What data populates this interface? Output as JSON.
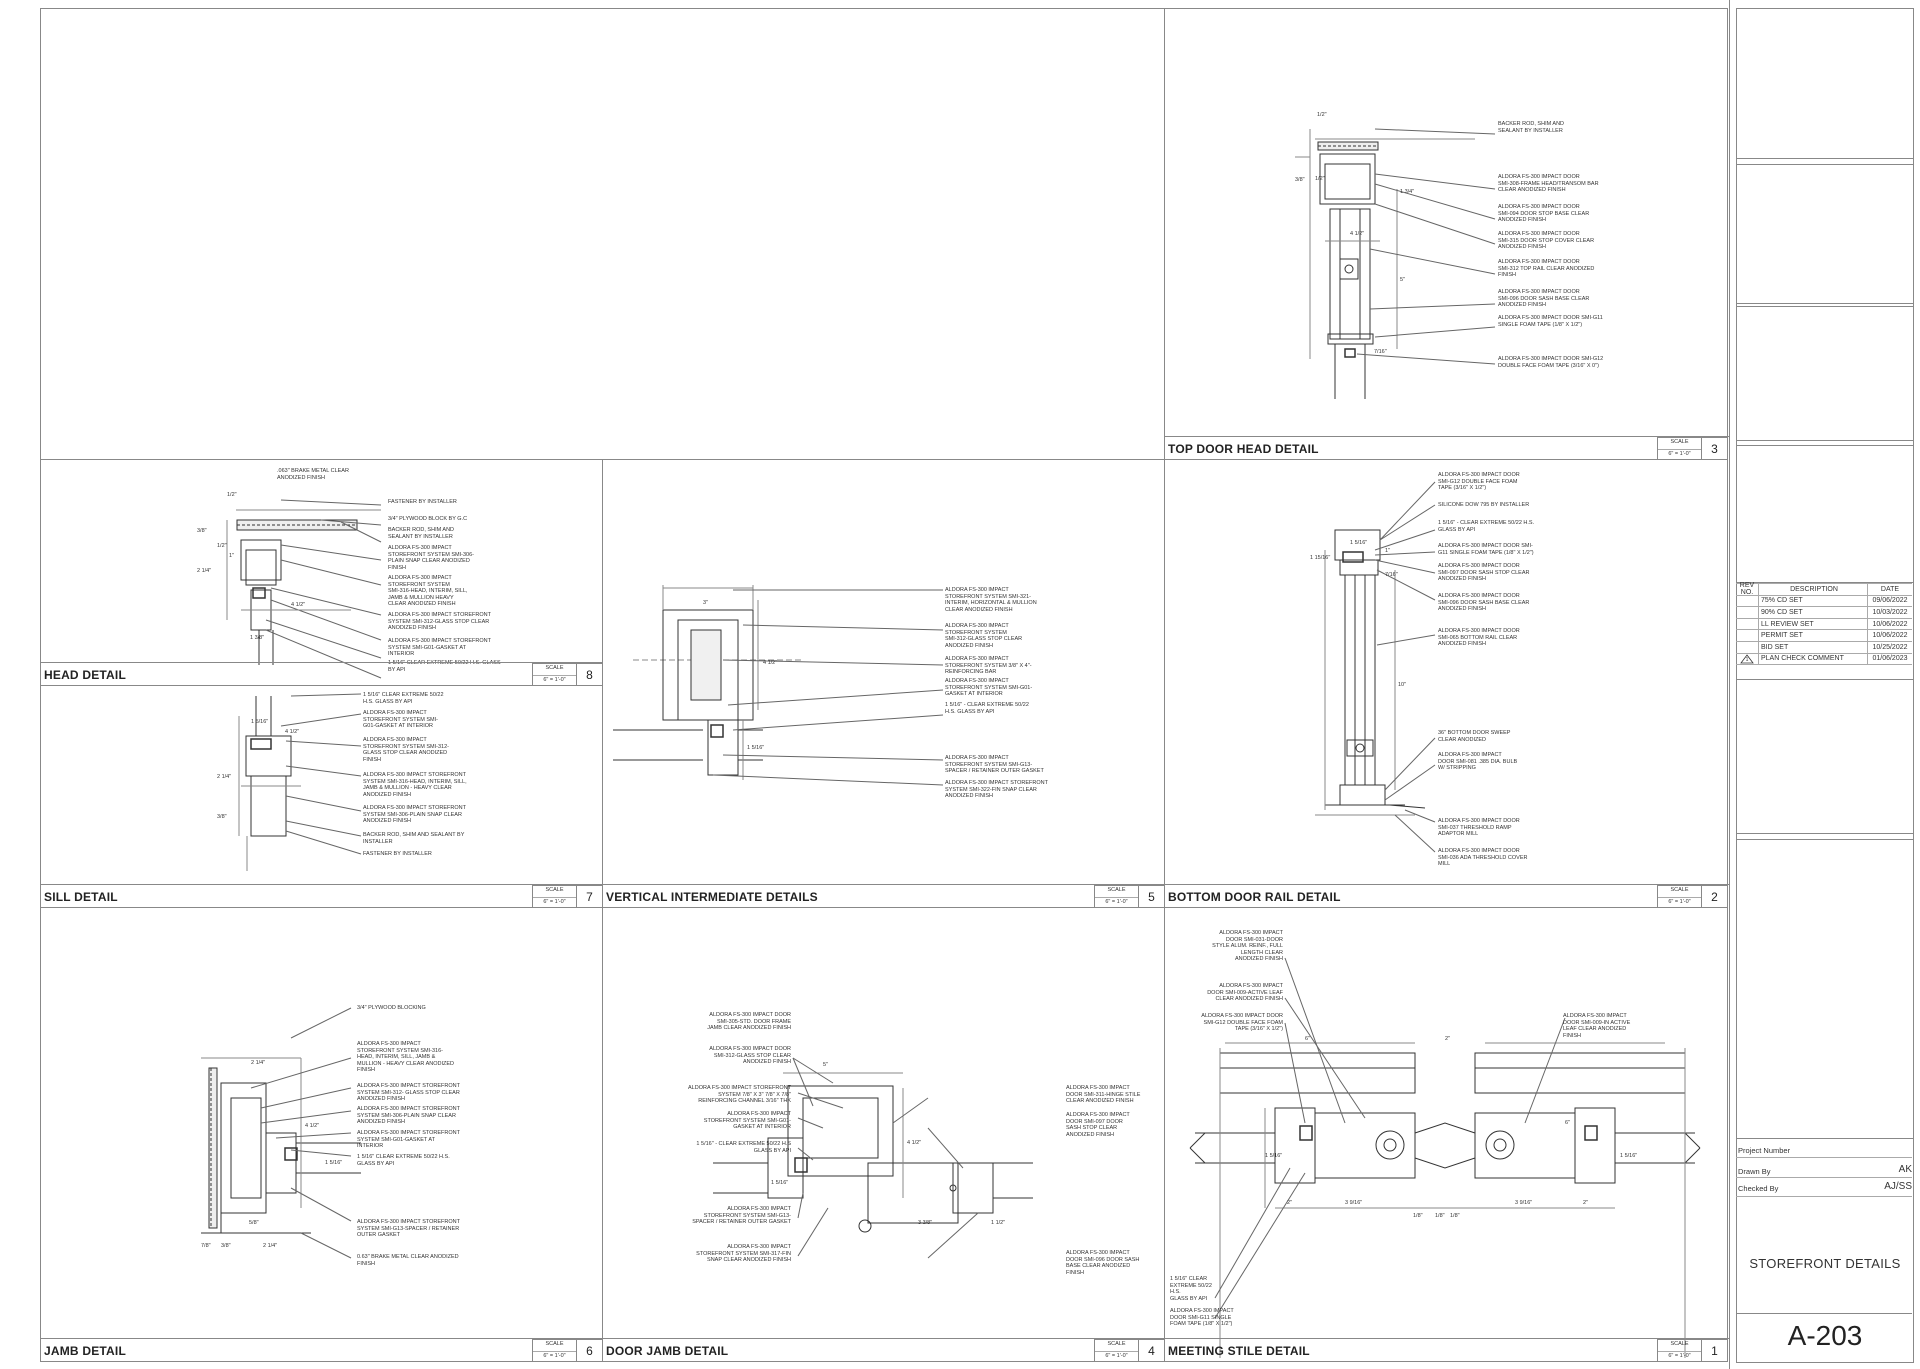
{
  "sheet": {
    "scale_label": "SCALE",
    "scale_value": "6\" = 1'-0\""
  },
  "details": {
    "top_door_head": {
      "title": "TOP DOOR HEAD DETAIL",
      "number": "3",
      "notes": [
        "BACKER ROD, SHIM AND\nSEALANT BY INSTALLER",
        "ALDORA FS-300 IMPACT DOOR\nSMI-308-FRAME HEAD/TRANSOM BAR\nCLEAR ANODIZED FINISH",
        "ALDORA FS-300 IMPACT DOOR\nSMI-094 DOOR STOP BASE CLEAR\nANODIZED FINISH",
        "ALDORA FS-300 IMPACT DOOR\nSMI-315 DOOR STOP COVER CLEAR\nANODIZED FINISH",
        "ALDORA FS-300 IMPACT DOOR\nSMI-312 TOP RAIL CLEAR ANODIZED\nFINISH",
        "ALDORA FS-300 IMPACT DOOR\nSMI-096 DOOR SASH BASE CLEAR\nANODIZED FINISH",
        "ALDORA FS-300 IMPACT DOOR SMI-G11\nSINGLE FOAM TAPE (1/8\" X 1/2\")",
        "ALDORA FS-300 IMPACT DOOR SMI-G12\nDOUBLE FACE FOAM TAPE (3/16\" X 0\")"
      ],
      "dims": [
        "1/2\"",
        "3/8\"",
        "1/2\"",
        "1 3/4\"",
        "4 1/2\"",
        "5\"",
        "7/16\""
      ]
    },
    "head": {
      "title": "HEAD DETAIL",
      "number": "8",
      "notes": [
        ".063\" BRAKE METAL CLEAR\nANODIZED FINISH",
        "FASTENER BY INSTALLER",
        "3/4\" PLYWOOD BLOCK BY G.C",
        "BACKER ROD, SHIM AND\nSEALANT BY INSTALLER",
        "ALDORA FS-300 IMPACT\nSTOREFRONT SYSTEM SMI-306-\nPLAIN SNAP CLEAR ANODIZED\nFINISH",
        "ALDORA FS-300 IMPACT\nSTOREFRONT SYSTEM\nSMI-316-HEAD, INTERIM, SILL,\nJAMB & MULLION HEAVY\nCLEAR ANODIZED FINISH",
        "ALDORA FS-300 IMPACT STOREFRONT\nSYSTEM SMI-312-GLASS STOP CLEAR\nANODIZED FINISH",
        "ALDORA FS-300 IMPACT STOREFRONT\nSYSTEM SMI-G01-GASKET AT\nINTERIOR",
        "1 5/16\" CLEAR EXTREME 50/22 H.S. GLASS\nBY API"
      ],
      "dims": [
        "1/2\"",
        "3/8\"",
        "1/2\"",
        "1\"",
        "2 1/4\"",
        "4 1/2\"",
        "1 3/8\""
      ]
    },
    "sill": {
      "title": "SILL DETAIL",
      "number": "7",
      "notes": [
        "1 5/16\" CLEAR EXTREME 50/22\nH.S. GLASS BY API",
        "ALDORA FS-300 IMPACT\nSTOREFRONT SYSTEM SMI-\nG01-GASKET AT INTERIOR",
        "ALDORA FS-300 IMPACT\nSTOREFRONT SYSTEM SMI-312-\nGLASS STOP CLEAR ANODIZED\nFINISH",
        "ALDORA FS-300 IMPACT STOREFRONT\nSYSTEM SMI-316-HEAD, INTERIM, SILL,\nJAMB & MULLION - HEAVY CLEAR\nANODIZED FINISH",
        "ALDORA FS-300 IMPACT STOREFRONT\nSYSTEM SMI-306-PLAIN SNAP CLEAR\nANODIZED FINISH",
        "BACKER ROD, SHIM AND SEALANT BY\nINSTALLER",
        "FASTENER BY INSTALLER"
      ],
      "dims": [
        "1 5/16\"",
        "4 1/2\"",
        "2 1/4\"",
        "3/8\""
      ]
    },
    "vertical_intermediate": {
      "title": "VERTICAL INTERMEDIATE DETAILS",
      "number": "5",
      "notes": [
        "ALDORA FS-300 IMPACT\nSTOREFRONT SYSTEM SMI-321-\nINTERIM, HORIZONTAL & MULLION\nCLEAR ANODIZED FINISH",
        "ALDORA FS-300 IMPACT\nSTOREFRONT SYSTEM\nSMI-312-GLASS STOP CLEAR\nANODIZED FINISH",
        "ALDORA FS-300 IMPACT\nSTOREFRONT SYSTEM 3/8\" X 4\"-\nREINFORCING BAR",
        "ALDORA FS-300 IMPACT\nSTOREFRONT SYSTEM SMI-G01-\nGASKET AT INTERIOR",
        "1 5/16\" - CLEAR EXTREME 50/22\nH.S. GLASS BY API",
        "ALDORA FS-300 IMPACT\nSTOREFRONT SYSTEM SMI-G13-\nSPACER / RETAINER OUTER GASKET",
        "ALDORA FS-300 IMPACT STOREFRONT\nSYSTEM SMI-322-FIN SNAP CLEAR\nANODIZED FINISH"
      ],
      "dims": [
        "3\"",
        "4 1/2\"",
        "1 5/16\""
      ]
    },
    "bottom_door_rail": {
      "title": "BOTTOM DOOR RAIL DETAIL",
      "number": "2",
      "notes": [
        "ALDORA FS-300 IMPACT DOOR\nSMI-G12 DOUBLE FACE FOAM\nTAPE (3/16\" X 1/2\")",
        "SILICONE DOW 795 BY INSTALLER",
        "1 5/16\" - CLEAR EXTREME 50/22 H.S.\nGLASS BY API",
        "ALDORA FS-300 IMPACT DOOR SMI-\nG11 SINGLE FOAM TAPE (1/8\" X 1/2\")",
        "ALDORA FS-300 IMPACT DOOR\nSMI-097 DOOR SASH STOP CLEAR\nANODIZED FINISH",
        "ALDORA FS-300 IMPACT DOOR\nSMI-096 DOOR SASH BASE CLEAR\nANODIZED FINISH",
        "ALDORA FS-300 IMPACT DOOR\nSMI-065 BOTTOM RAIL CLEAR\nANODIZED FINISH",
        "36\" BOTTOM DOOR SWEEP\nCLEAR ANODIZED",
        "ALDORA FS-300 IMPACT\nDOOR SMI-081 .385 DIA. BULB\nW/ STRIPPING",
        "ALDORA FS-300 IMPACT DOOR\nSMI-037 THRESHOLD RAMP\nADAPTOR MILL",
        "ALDORA FS-300 IMPACT DOOR\nSMI-036 ADA THRESHOLD COVER\nMILL"
      ],
      "dims": [
        "1 5/16\"",
        "1 15/16\"",
        "1\"",
        "7/16\"",
        "10\""
      ]
    },
    "jamb": {
      "title": "JAMB DETAIL",
      "number": "6",
      "notes": [
        "3/4\" PLYWOOD BLOCKING",
        "ALDORA FS-300 IMPACT\nSTOREFRONT SYSTEM SMI-316-\nHEAD, INTERIM, SILL, JAMB &\nMULLION - HEAVY CLEAR ANODIZED\nFINISH",
        "ALDORA FS-300 IMPACT STOREFRONT\nSYSTEM SMI-312- GLASS STOP CLEAR\nANODIZED FINISH",
        "ALDORA FS-300 IMPACT STOREFRONT\nSYSTEM SMI-306-PLAIN SNAP CLEAR\nANODIZED FINISH",
        "ALDORA FS-300 IMPACT STOREFRONT\nSYSTEM SMI-G01-GASKET AT\nINTERIOR",
        "1 5/16\" CLEAR EXTREME 50/22 H.S.\nGLASS BY API",
        "ALDORA FS-300 IMPACT STOREFRONT\nSYSTEM SMI-G13-SPACER / RETAINER\nOUTER GASKET",
        "0.63\" BRAKE METAL CLEAR ANODIZED\nFINISH"
      ],
      "dims": [
        "2 1/4\"",
        "4 1/2\"",
        "1 5/16\"",
        "7/8\"",
        "3/8\"",
        "2 1/4\"",
        "5/8\""
      ]
    },
    "door_jamb": {
      "title": "DOOR JAMB DETAIL",
      "number": "4",
      "notes": [
        "ALDORA FS-300 IMPACT DOOR\nSMI-305-STD. DOOR FRAME\nJAMB CLEAR ANODIZED FINISH",
        "ALDORA FS-300 IMPACT DOOR\nSMI-312-GLASS STOP CLEAR\nANODIZED FINISH",
        "ALDORA FS-300 IMPACT STOREFRONT\nSYSTEM 7/8\" X 3\" 7/8\" X 7/8\"\nREINFORCING CHANNEL 3/16\" THK",
        "ALDORA FS-300 IMPACT\nSTOREFRONT SYSTEM SMI-G01-\nGASKET AT INTERIOR",
        "1 5/16\" - CLEAR EXTREME 50/22 H.S\nGLASS BY API",
        "ALDORA FS-300 IMPACT\nSTOREFRONT SYSTEM SMI-G13-\nSPACER / RETAINER OUTER GASKET",
        "ALDORA FS-300 IMPACT\nSTOREFRONT SYSTEM SMI-317-FIN\nSNAP CLEAR ANODIZED FINISH",
        "ALDORA FS-300 IMPACT\nDOOR SMI-311-HINGE STILE\nCLEAR ANODIZED FINISH",
        "ALDORA FS-300 IMPACT\nDOOR SMI-097 DOOR\nSASH STOP CLEAR\nANODIZED FINISH",
        "ALDORA FS-300 IMPACT\nDOOR SMI-096 DOOR SASH\nBASE CLEAR ANODIZED\nFINISH"
      ],
      "dims": [
        "5\"",
        "4 1/2\"",
        "1 5/16\"",
        "3 3/8\"",
        "1 1/2\""
      ]
    },
    "meeting_stile": {
      "title": "MEETING STILE DETAIL",
      "number": "1",
      "notes": [
        "ALDORA FS-300 IMPACT\nDOOR SMI-031-DOOR\nSTYLE ALUM. REINF., FULL\nLENGTH CLEAR\nANODIZED FINISH",
        "ALDORA FS-300 IMPACT\nDOOR SMI-009-ACTIVE LEAF\nCLEAR ANODIZED FINISH",
        "ALDORA FS-300 IMPACT DOOR\nSMI-G12 DOUBLE FACE FOAM\nTAPE (3/16\" X 1/2\")",
        "ALDORA FS-300 IMPACT\nDOOR SMI-009-IN ACTIVE\nLEAF CLEAR ANODIZED\nFINISH",
        "1 5/16\" CLEAR\nEXTREME 50/22 H.S.\nGLASS BY API",
        "ALDORA FS-300 IMPACT\nDOOR SMI-G11 SINGLE\nFOAM TAPE (1/8\" X 1/2\")"
      ],
      "dims": [
        "6\"",
        "2\"",
        "6\"",
        "1 5/16\"",
        "1 5/16\"",
        "2\"",
        "3 9/16\"",
        "3 9/16\"",
        "2\"",
        "1/8\"",
        "1/8\"",
        "1/8\""
      ]
    }
  },
  "revisions": {
    "headers": [
      "REV NO.",
      "DESCRIPTION",
      "DATE"
    ],
    "rows": [
      {
        "no": "",
        "desc": "75% CD SET",
        "date": "09/06/2022"
      },
      {
        "no": "",
        "desc": "90% CD SET",
        "date": "10/03/2022"
      },
      {
        "no": "",
        "desc": "LL REVIEW SET",
        "date": "10/06/2022"
      },
      {
        "no": "",
        "desc": "PERMIT SET",
        "date": "10/06/2022"
      },
      {
        "no": "",
        "desc": "BID SET",
        "date": "10/25/2022"
      },
      {
        "no": "1",
        "desc": "PLAN CHECK COMMENT",
        "date": "01/06/2023"
      }
    ]
  },
  "titleblock": {
    "project_number_label": "Project Number",
    "drawn_by_label": "Drawn By",
    "drawn_by": "AK",
    "checked_by_label": "Checked By",
    "checked_by": "AJ/SS",
    "sheet_title": "STOREFRONT DETAILS",
    "sheet_number": "A-203"
  }
}
